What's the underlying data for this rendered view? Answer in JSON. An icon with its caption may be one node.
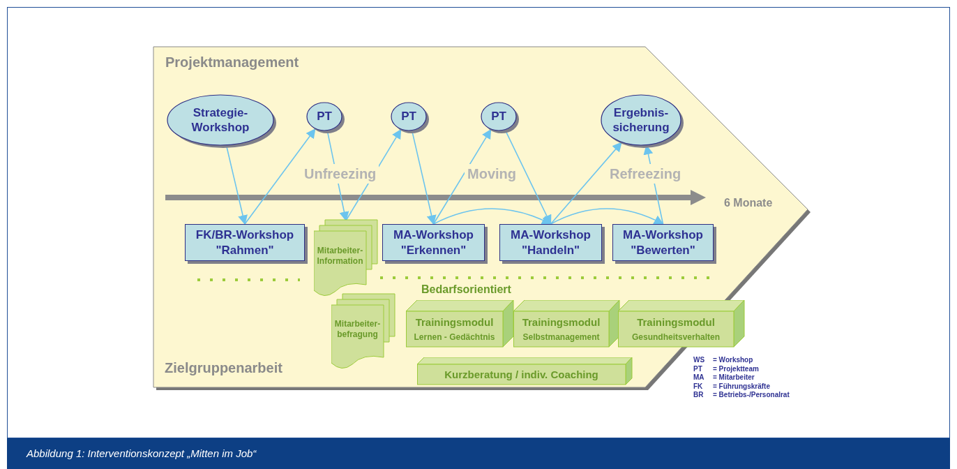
{
  "diagram": {
    "caption": "Abbildung 1: Interventionskonzept „Mitten im Job“",
    "nodes": [
      {
        "text": [
          "Projektmanagement",
          "Zielgruppenarbeit"
        ]
      },
      {
        "text": [
          "Strategie- Workshop"
        ],
        "in": 0
      },
      {
        "text": [
          "PT"
        ],
        "in": 0
      },
      {
        "text": [
          "PT"
        ],
        "in": 0
      },
      {
        "text": [
          "PT"
        ],
        "in": 0
      },
      {
        "text": [
          "Ergebnis- sicherung"
        ],
        "in": 0
      },
      {
        "text": [
          "FK/BR-Workshop \"Rahmen\""
        ],
        "in": 0
      },
      {
        "text": [
          "Mitarbeiter- Information"
        ],
        "in": 0
      },
      {
        "text": [
          "MA-Workshop \"Erkennen\""
        ],
        "in": 0
      },
      {
        "text": [
          "MA-Workshop \"Handeln\""
        ],
        "in": 0
      },
      {
        "text": [
          "MA-Workshop \"Bewerten\""
        ],
        "in": 0
      },
      {
        "text": [
          "Mitarbeiter- befragung"
        ],
        "in": 0
      },
      {
        "text": [
          "Trainingsmodul",
          "Lernen - Gedächtnis"
        ],
        "in": 0
      },
      {
        "text": [
          "Trainingsmodul",
          "Selbstmanagement"
        ],
        "in": 0
      },
      {
        "text": [
          "Trainingsmodul",
          "Gesundheitsverhalten"
        ],
        "in": 0
      },
      {
        "text": [
          "Kurzberatung / indiv. Coaching"
        ],
        "in": 0
      }
    ],
    "edges": [
      {
        "from": 1,
        "to": 6,
        "arrow": "to"
      },
      {
        "from": 6,
        "to": 2,
        "arrow": "to"
      },
      {
        "from": 2,
        "to": 7,
        "arrow": "to"
      },
      {
        "from": 7,
        "to": 3,
        "arrow": "to"
      },
      {
        "from": 3,
        "to": 8,
        "arrow": "to"
      },
      {
        "from": 8,
        "to": 4,
        "arrow": "to"
      },
      {
        "from": 4,
        "to": 9,
        "arrow": "to"
      },
      {
        "from": 8,
        "to": 9,
        "arrow": "to"
      },
      {
        "from": 9,
        "to": 5,
        "arrow": "to"
      },
      {
        "from": 9,
        "to": 10,
        "arrow": "to"
      },
      {
        "from": 10,
        "to": 5,
        "arrow": "to"
      }
    ],
    "labels": [
      "Unfreezing",
      "Moving",
      "Refreezing",
      "6 Monate",
      "Bedarfsorientiert",
      "WS",
      "= Workshop",
      "PT",
      "= Projektteam",
      "MA",
      "= Mitarbeiter",
      "FK",
      "= Führungskräfte",
      "BR",
      "= Betriebs-/Personalrat"
    ]
  }
}
